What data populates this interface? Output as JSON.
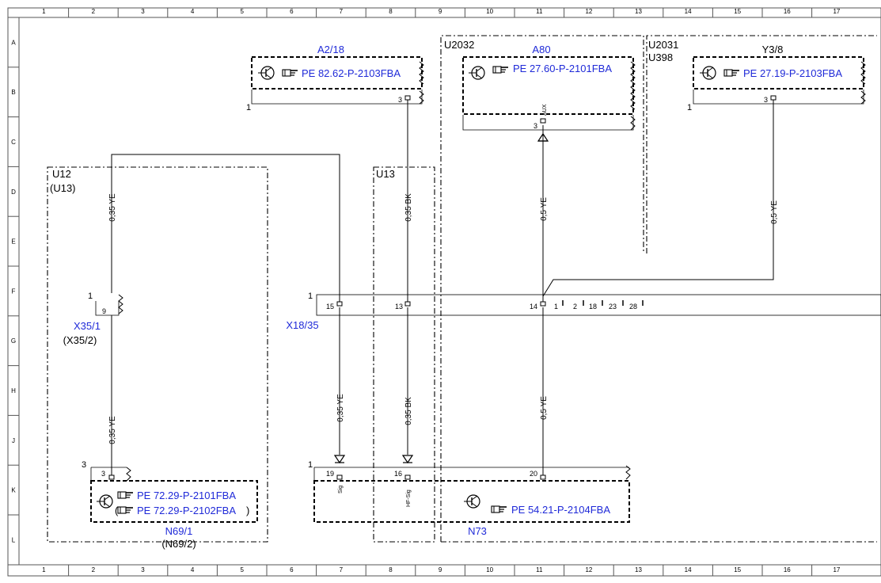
{
  "grid": {
    "columns": [
      "1",
      "2",
      "3",
      "4",
      "5",
      "6",
      "7",
      "8",
      "9",
      "10",
      "11",
      "12",
      "13",
      "14",
      "15",
      "16",
      "17"
    ],
    "rows": [
      "A",
      "B",
      "C",
      "D",
      "E",
      "F",
      "G",
      "H",
      "J",
      "K",
      "L"
    ]
  },
  "components": {
    "a2_18": {
      "name": "A2/18",
      "ref": "PE 82.62-P-2103FBA",
      "pin": "3",
      "conn": "1"
    },
    "a80": {
      "name": "A80",
      "ref": "PE 27.60-P-2101FBA",
      "pin": "3",
      "pin_label": "AUX"
    },
    "y3_8": {
      "name": "Y3/8",
      "ref": "PE 27.19-P-2103FBA",
      "pin": "3",
      "conn": "1"
    },
    "n69": {
      "name": "N69/1",
      "alt": "(N69/2)",
      "ref1": "PE 72.29-P-2101FBA",
      "ref2": "PE 72.29-P-2102FBA",
      "paren_open": "(",
      "paren_close": ")",
      "pin": "3",
      "conn": "3"
    },
    "x35": {
      "name": "X35/1",
      "alt": "(X35/2)",
      "pin": "9",
      "conn": "1"
    },
    "x18": {
      "name": "X18/35",
      "conn": "1",
      "pins": [
        "15",
        "13",
        "14",
        "1",
        "2",
        "18",
        "23",
        "28"
      ]
    },
    "n73": {
      "name": "N73",
      "ref": "PE 54.21-P-2104FBA",
      "conn": "1",
      "pins": [
        "19",
        "16",
        "20"
      ],
      "pin_labels": [
        "Sig",
        "HF-Sig"
      ]
    }
  },
  "regions": {
    "u12": "U12",
    "u13_paren": "(U13)",
    "u13": "U13",
    "u2032": "U2032",
    "u2031": "U2031",
    "u398": "U398"
  },
  "wires": {
    "w_left_top": "0,35 YE",
    "w_left_bottom": "0,35 YE",
    "w_bk_top": "0,35 BK",
    "w_bk_bottom": "0,35 BK",
    "w_sig": "0,35 YE",
    "w_a80_top": "0,5 YE",
    "w_a80_bottom": "0,5 YE",
    "w_y38": "0,5 YE"
  },
  "colors": {
    "link_blue": "#1f2ad8",
    "line": "#000000",
    "border": "#555555"
  },
  "icons": {
    "component": "transistor-icon",
    "reference": "hand-pointer-icon"
  }
}
